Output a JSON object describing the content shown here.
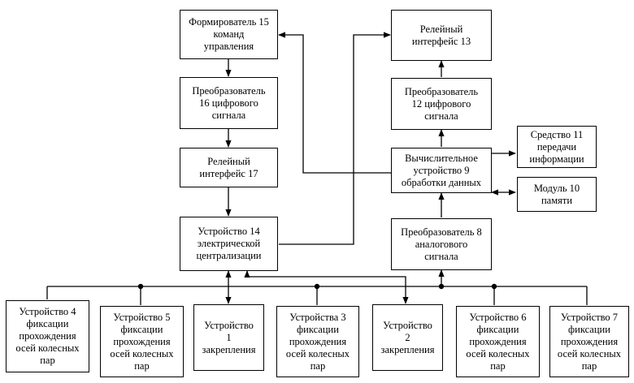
{
  "blocks": {
    "b15": "Формирователь 15\nкоманд\nуправления",
    "b13": "Релейный\nинтерфейс 13",
    "b16": "Преобразователь\n16 цифрового\nсигнала",
    "b12": "Преобразователь\n12 цифрового\nсигнала",
    "b11": "Средство 11\nпередачи\nинформации",
    "b17": "Релейный\nинтерфейс 17",
    "b9": "Вычислительное\nустройство 9\nобработки данных",
    "b10": "Модуль 10\nпамяти",
    "b14": "Устройство 14\nэлектрической\nцентрализации",
    "b8": "Преобразователь 8\nаналогового\nсигнала",
    "d4": "Устройство 4\nфиксации\nпрохождения\nосей колесных\nпар",
    "d5": "Устройство 5\nфиксации\nпрохождения\nосей колесных\nпар",
    "d1": "Устройство\n1\nзакрепления",
    "d3": "Устройства 3\nфиксации\nпрохождения\nосей колесных\nпар",
    "d2": "Устройство\n2\nзакрепления",
    "d6": "Устройство 6\nфиксации\nпрохождения\nосей колесных\nпар",
    "d7": "Устройство 7\nфиксации\nпрохождения\nосей колесных\nпар"
  },
  "colors": {
    "line": "#000000",
    "background": "#ffffff"
  }
}
